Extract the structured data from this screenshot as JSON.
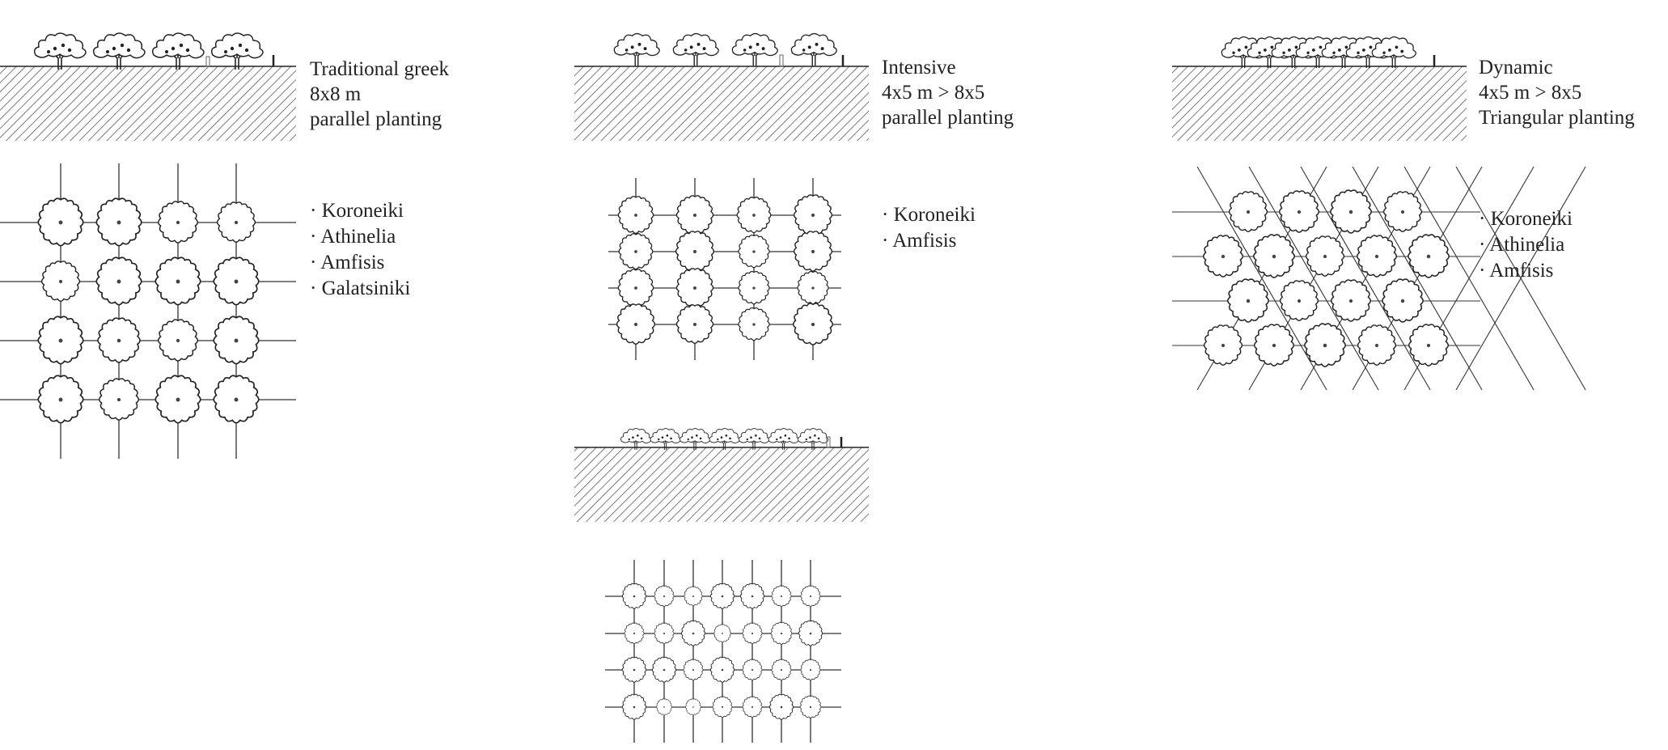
{
  "colors": {
    "ink": "#222222",
    "background": "#ffffff"
  },
  "panels": {
    "traditional": {
      "title": "Traditional greek",
      "spacing": "8x8 m",
      "layout": "parallel planting",
      "varieties": [
        "· Koroneiki",
        "· Athinelia",
        "· Amfisis",
        "· Galatsiniki"
      ]
    },
    "intensive": {
      "title": "Intensive",
      "spacing": "4x5 m > 8x5",
      "layout": "parallel planting",
      "varieties": [
        "· Koroneiki",
        "· Amfisis"
      ]
    },
    "dynamic": {
      "title": "Dynamic",
      "spacing": "4x5 m > 8x5",
      "layout": "Triangular planting",
      "varieties": [
        "· Koroneiki",
        "· Athinelia",
        "· Amfisis"
      ]
    }
  }
}
